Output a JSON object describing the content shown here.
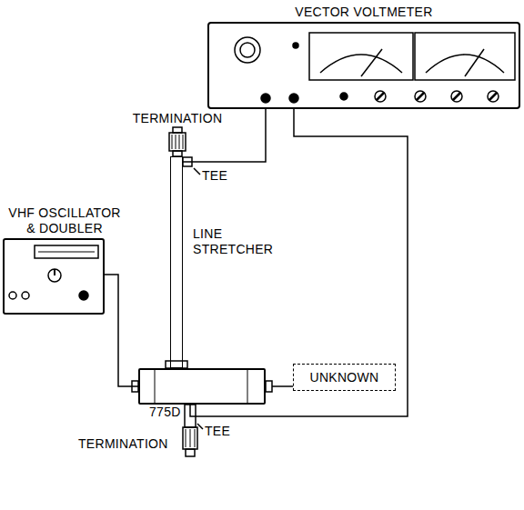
{
  "diagram": {
    "nodes": [
      {
        "text": [
          "VECTOR VOLTMETER"
        ]
      },
      {
        "text": [
          "VHF OSCILLATOR & DOUBLER"
        ]
      },
      {
        "text": [
          "LINE STRETCHER"
        ]
      },
      {
        "text": [
          "775D"
        ]
      },
      {
        "text": [
          "UNKNOWN"
        ]
      }
    ],
    "edges": [
      {
        "from": 0,
        "to": 2,
        "arrow": "none"
      },
      {
        "from": 1,
        "to": 3,
        "arrow": "none"
      },
      {
        "from": 0,
        "to": 3,
        "arrow": "none"
      },
      {
        "from": 3,
        "to": 4,
        "arrow": "none"
      }
    ],
    "labels": [
      "TERMINATION",
      "TEE",
      "TEE",
      "TERMINATION"
    ]
  }
}
